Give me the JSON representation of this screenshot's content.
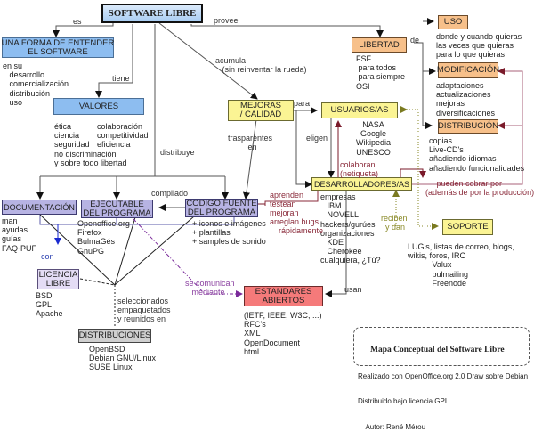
{
  "title": "SOFTWARE LIBRE",
  "nodes": {
    "root": "SOFTWARE LIBRE",
    "forma": "UNA FORMA DE ENTENDER\nEL SOFTWARE",
    "valores": "VALORES",
    "libertad": "LIBERTAD",
    "uso": "USO",
    "modificacion": "MODIFICACIÓN",
    "distribucion": "DISTRIBUCIÓN",
    "mejoras": "MEJORAS\n/ CALIDAD",
    "usuarios": "USUARIOS/AS",
    "desarrolladores": "DESARROLLADORES/AS",
    "soporte": "SOPORTE",
    "documentacion": "DOCUMENTACIÓN",
    "ejecutable": "EJECUTABLE\nDEL PROGRAMA",
    "codigo": "CODIGO FUENTE\nDEL PROGRAMA",
    "licencia": "LICENCIA\nLIBRE",
    "distribuciones": "DISTRIBUCIONES",
    "estandares": "ESTANDARES\nABIERTOS"
  },
  "details": {
    "forma": "en su\n   desarrollo\n   comercialización\n   distribución\n   uso",
    "valores_left": "ética\nciencia\nseguridad\nno discriminación\ny sobre todo libertad",
    "valores_right": "colaboración\ncompetitividad\neficiencia",
    "libertad": "FSF\n para todos\n para siempre\nOSI",
    "uso": "donde y cuando quieras\nlas veces que quieras\npara lo que quieras",
    "modificacion": "adaptaciones\nactualizaciones\nmejoras\ndiversificaciones",
    "distribucion": "copias\nLive-CD's\nañadiendo idiomas\nañadiendo funcionalidades",
    "usuarios": "NASA\nGoogle\nWikipedia\nUNESCO",
    "desarrolladores": "empresas\n   IBM\n   NOVELL\nhackers/gurúes\norganizaciones\n   KDE\n   Cherokee\ncualquiera, ¿Tú?",
    "soporte": "LUG's, listas de correo, blogs,\nwikis, foros, IRC\n           Valux\n           bulmailing\n           Freenode",
    "documentacion": "man\nayudas\nguías\nFAQ-PUF",
    "ejecutable": "Openoffice.org\nFirefox\nBulmaGés\nGnuPG",
    "codigo": "+ iconos e imágenes\n+ plantillas\n+ samples de sonido",
    "licencia": "BSD\nGPL\nApache",
    "distribuciones": "OpenBSD\nDebian GNU/Linux\nSUSE Linux",
    "estandares": "(IETF, IEEE, W3C, ...)\nRFC's\nXML\nOpenDocument\nhtml"
  },
  "links": {
    "es": "es",
    "provee": "provee",
    "tiene": "tiene",
    "acumula": "acumula\n   (sin reinventar la rueda)",
    "de": "de",
    "para": "para",
    "eligen": "eligen",
    "colaboran": "colaboran\n(netiqueta)",
    "trasparentes": "trasparentes\n         en",
    "distribuye": "distribuye",
    "compilado": "compilado",
    "aprenden": "aprenden\ntestean\nmejoran\narreglan bugs\n    rápidamente",
    "pueden_cobrar": "     pueden cobrar por\n(además de por la producción)",
    "reciben": "reciben\n  y dan",
    "con": "con",
    "seleccionados": "seleccionados\nempaquetados\ny reunidos en",
    "se_comunican": "se comunican\n   mediante",
    "usan": "usan"
  },
  "credits": {
    "title": "Mapa Conceptual del Software Libre",
    "line1": "Realizado con OpenOffice.org 2.0 Draw sobre Debian",
    "line2": "Distribuido bajo licencia GPL",
    "line3": "    Autor: René Mérou"
  },
  "colors": {
    "blue": "#8dbdf0",
    "orange": "#f7c08a",
    "yellow": "#fbf494",
    "purple": "#b7b3e3",
    "red": "#f57a7a",
    "maroon": "#8a2a3a",
    "olive": "#8a8a28"
  }
}
